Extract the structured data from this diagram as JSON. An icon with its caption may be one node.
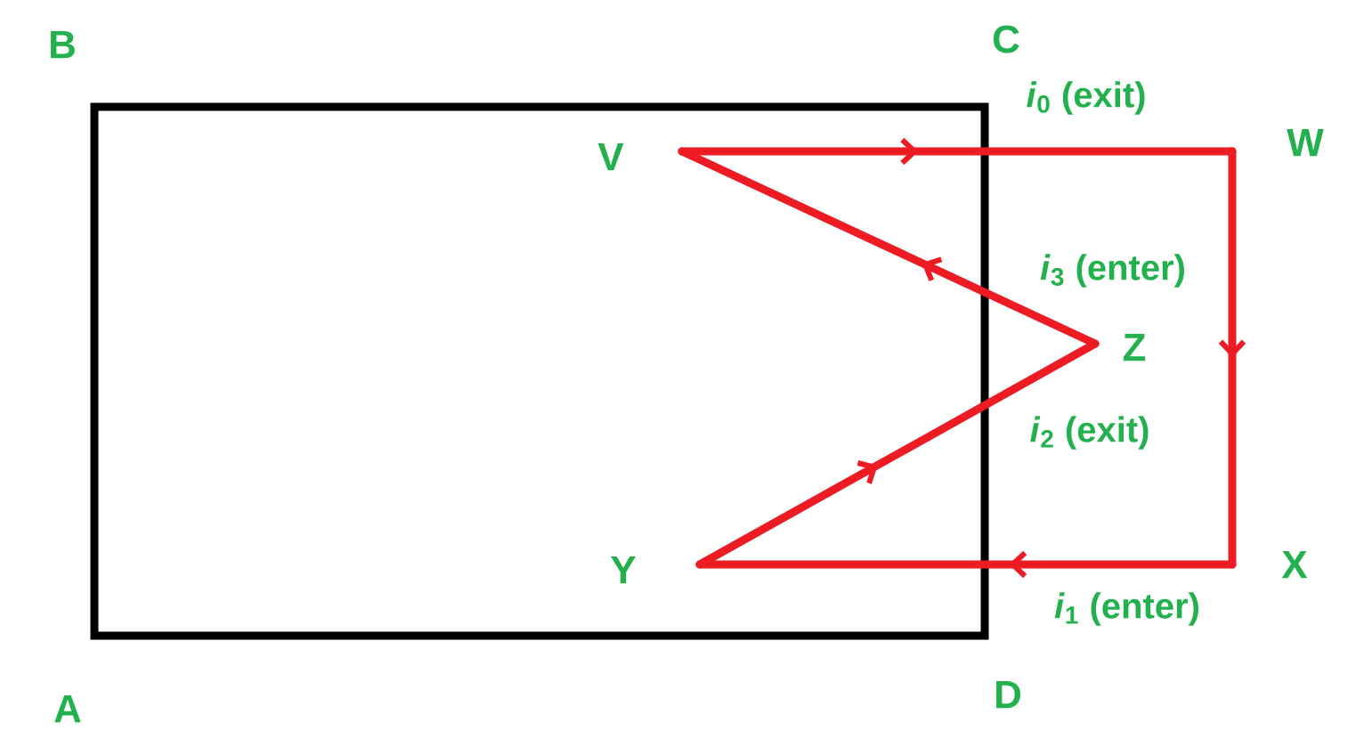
{
  "diagram": {
    "nodes": [
      {
        "text": [
          "V"
        ]
      },
      {
        "text": [
          "W"
        ]
      },
      {
        "text": [
          "X"
        ]
      },
      {
        "text": [
          "Y"
        ]
      },
      {
        "text": [
          "Z"
        ]
      }
    ],
    "edges": [
      {
        "from": 0,
        "to": 1,
        "arrow": "to"
      },
      {
        "from": 1,
        "to": 2,
        "arrow": "to"
      },
      {
        "from": 2,
        "to": 3,
        "arrow": "to"
      },
      {
        "from": 3,
        "to": 4,
        "arrow": "to"
      },
      {
        "from": 4,
        "to": 0,
        "arrow": "to"
      }
    ],
    "labels": [
      "B",
      "C",
      "*i*$_{0}$ (exit)",
      "*i*$_{3}$ (enter)",
      "*i*$_{2}$ (exit)",
      "*i*$_{1}$ (enter)",
      "A",
      "D"
    ]
  }
}
